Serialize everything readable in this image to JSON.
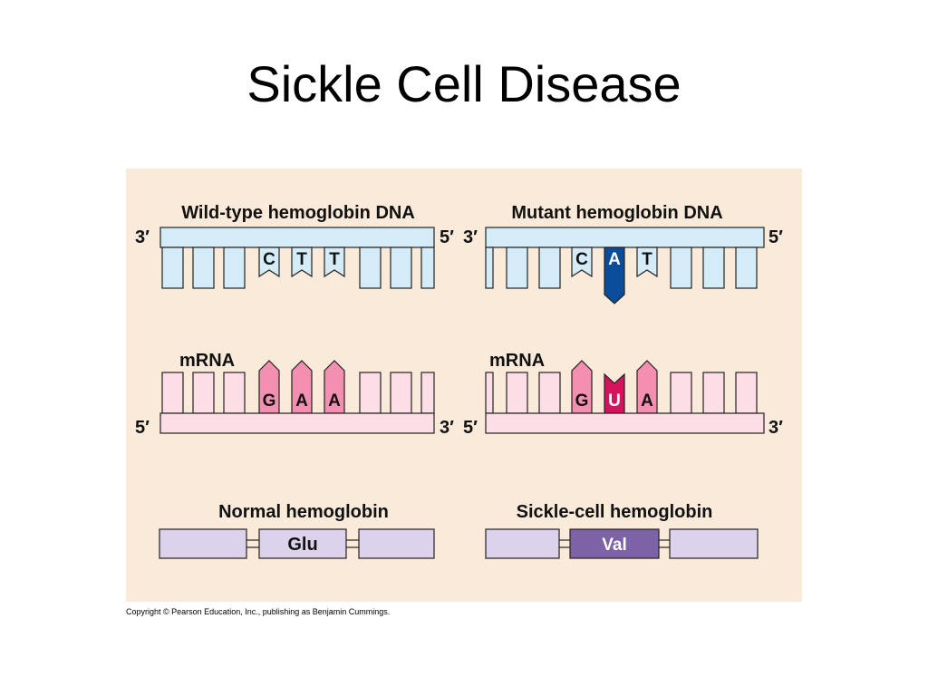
{
  "title": "Sickle Cell Disease",
  "copyright": "Copyright © Pearson Education, Inc., publishing as Benjamin Cummings.",
  "colors": {
    "background": "#f9ead9",
    "dna_strand": "#d4ecf8",
    "dna_mutant_base": "#0b4c9a",
    "mrna_strand": "#fddde6",
    "mrna_codon": "#f48fb1",
    "mrna_mutant_base": "#d6115e",
    "protein": "#ddd2ec",
    "protein_mutant": "#7d62a8"
  },
  "wild_type": {
    "dna_label": "Wild-type hemoglobin DNA",
    "dna_left_end": "3′",
    "dna_right_end": "5′",
    "dna_bases": [
      "C",
      "T",
      "T"
    ],
    "mrna_label": "mRNA",
    "mrna_left_end": "5′",
    "mrna_right_end": "3′",
    "mrna_bases": [
      "G",
      "A",
      "A"
    ],
    "protein_label": "Normal hemoglobin",
    "amino_acid": "Glu"
  },
  "mutant": {
    "dna_label": "Mutant hemoglobin DNA",
    "dna_left_end": "3′",
    "dna_right_end": "5′",
    "dna_bases": [
      "C",
      "A",
      "T"
    ],
    "mrna_label": "mRNA",
    "mrna_left_end": "5′",
    "mrna_right_end": "3′",
    "mrna_bases": [
      "G",
      "U",
      "A"
    ],
    "protein_label": "Sickle-cell hemoglobin",
    "amino_acid": "Val"
  }
}
